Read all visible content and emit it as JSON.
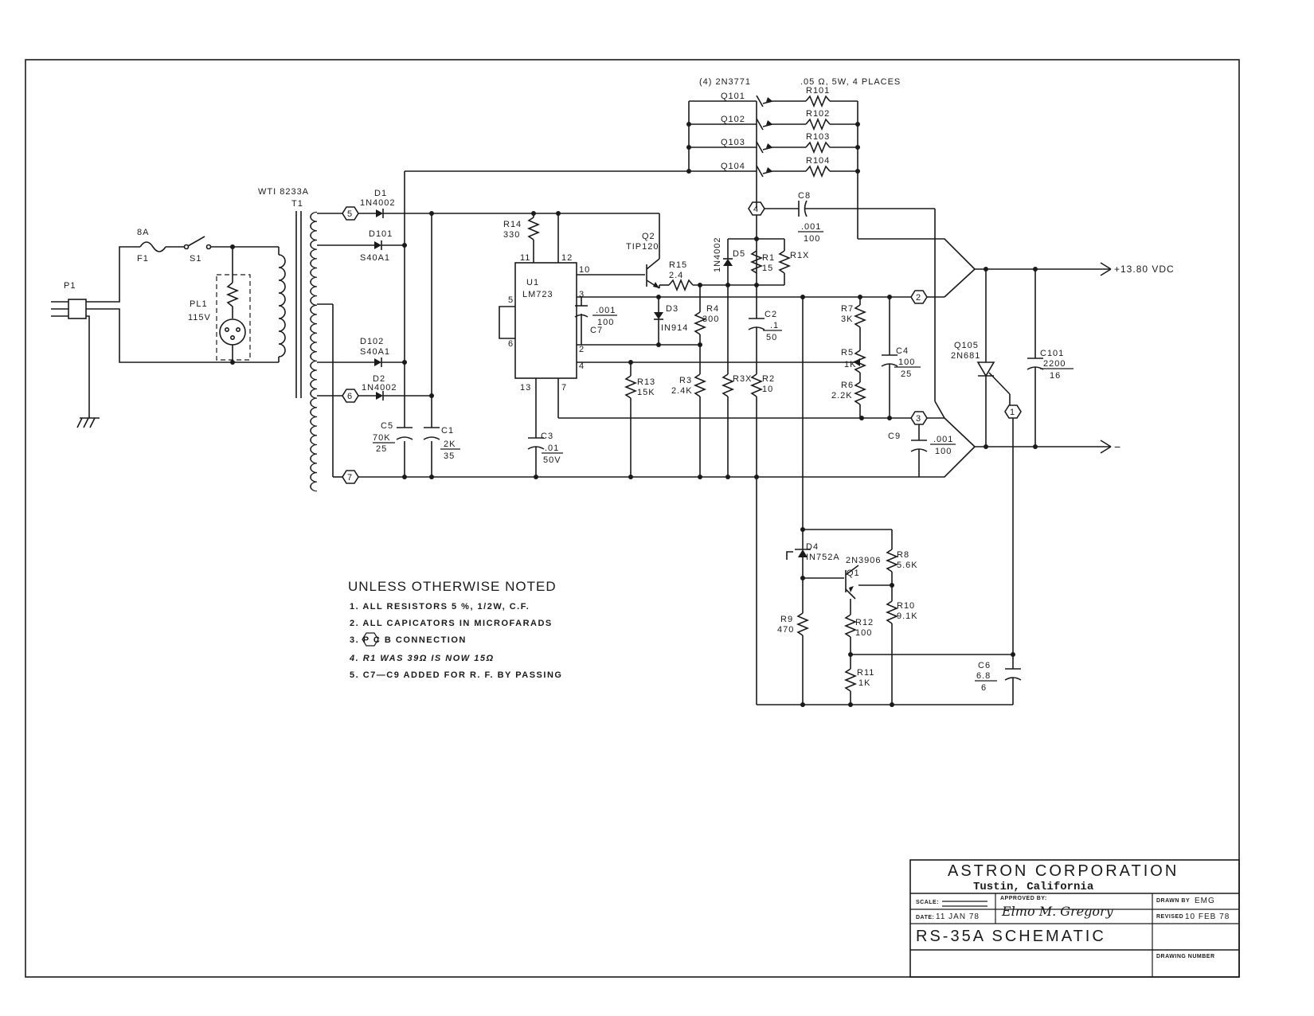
{
  "title_block": {
    "company": "ASTRON CORPORATION",
    "location": "Tustin, California",
    "scale_label": "SCALE:",
    "approved_label": "APPROVED BY:",
    "approved_signature": "Elmo M. Gregory",
    "drawn_by_label": "DRAWN BY",
    "drawn_by": "EMG",
    "date_label": "DATE:",
    "date": "11 JAN 78",
    "revised_label": "REVISED",
    "revised": "10 FEB 78",
    "drawing_title": "RS-35A  SCHEMATIC",
    "drawing_number_label": "DRAWING NUMBER"
  },
  "notes": {
    "heading": "UNLESS OTHERWISE NOTED",
    "items": [
      "1. ALL RESISTORS 5 %, 1/2W, C.F.",
      "2. ALL CAPICATORS IN MICROFARADS",
      "3.      P C B  CONNECTION",
      "4. R1 WAS 39Ω IS NOW 15Ω",
      "5. C7—C9  ADDED FOR R. F. BY PASSING"
    ]
  },
  "labels": {
    "pass_transistors": "(4) 2N3771",
    "emitter_resistors": ".05 Ω, 5W, 4 PLACES",
    "q101": "Q101",
    "q102": "Q102",
    "q103": "Q103",
    "q104": "Q104",
    "r101": "R101",
    "r102": "R102",
    "r103": "R103",
    "r104": "R104",
    "transformer": "WTI 8233A",
    "t1": "T1",
    "d1": "D1",
    "d1_val": "1N4002",
    "d101": "D101",
    "d101_val": "S40A1",
    "d102": "D102",
    "d102_val": "S40A1",
    "d2": "D2",
    "d2_val": "1N4002",
    "fuse_rating": "8A",
    "f1": "F1",
    "s1": "S1",
    "pl1": "PL1",
    "pl1_val": "115V",
    "p1": "P1",
    "c5": "C5",
    "c5_val1": "70K",
    "c5_val2": "25",
    "c1": "C1",
    "c1_val1": "2K",
    "c1_val2": "35",
    "r14": "R14",
    "r14_val": "330",
    "u1": "U1",
    "u1_val": "LM723",
    "q2": "Q2",
    "q2_val": "TIP120",
    "r15": "R15",
    "r15_val": "2.4",
    "d5": "D5",
    "d5_val": "1N4002",
    "r1": "R1",
    "r1_val": "15",
    "r1x": "R1X",
    "c8": "C8",
    "c8_val1": ".001",
    "c8_val2": "100",
    "out_pos": "+13.80 VDC",
    "out_neg": "−",
    "c7": "C7",
    "c7_val1": ".001",
    "c7_val2": "100",
    "d3": "D3",
    "d3_val": "IN914",
    "r4": "R4",
    "r4_val": "300",
    "c2": "C2",
    "c2_val1": ".1",
    "c2_val2": "50",
    "r7": "R7",
    "r7_val": "3K",
    "r5": "R5",
    "r5_val": "1K",
    "r6": "R6",
    "r6_val": "2.2K",
    "c4": "C4",
    "c4_val1": "100",
    "c4_val2": "25",
    "q105": "Q105",
    "q105_val": "2N681",
    "c101": "C101",
    "c101_val1": "2200",
    "c101_val2": "16",
    "r13": "R13",
    "r13_val": "15K",
    "r3": "R3",
    "r3_val": "2.4K",
    "r3x": "R3X",
    "r2": "R2",
    "r2_val": "10",
    "c3": "C3",
    "c3_val1": ".01",
    "c3_val2": "50V",
    "c9": "C9",
    "c9_val1": ".001",
    "c9_val2": "100",
    "d4": "D4",
    "d4_val": "IN752A",
    "q1": "Q1",
    "q1_val": "2N3906",
    "r8": "R8",
    "r8_val": "5.6K",
    "r10": "R10",
    "r10_val": "9.1K",
    "r9": "R9",
    "r9_val": "470",
    "r12": "R12",
    "r12_val": "100",
    "r11": "R11",
    "r11_val": "1K",
    "c6": "C6",
    "c6_val1": "6.8",
    "c6_val2": "6",
    "pin10": "10",
    "pin3": "3",
    "pin5": "5",
    "pin6": "6",
    "pin2": "2",
    "pin4": "4",
    "pin11": "11",
    "pin12": "12",
    "pin13": "13",
    "pin7": "7",
    "node1": "1",
    "node2": "2",
    "node3": "3",
    "node4": "4",
    "node5": "5",
    "node6": "6",
    "node7": "7"
  }
}
